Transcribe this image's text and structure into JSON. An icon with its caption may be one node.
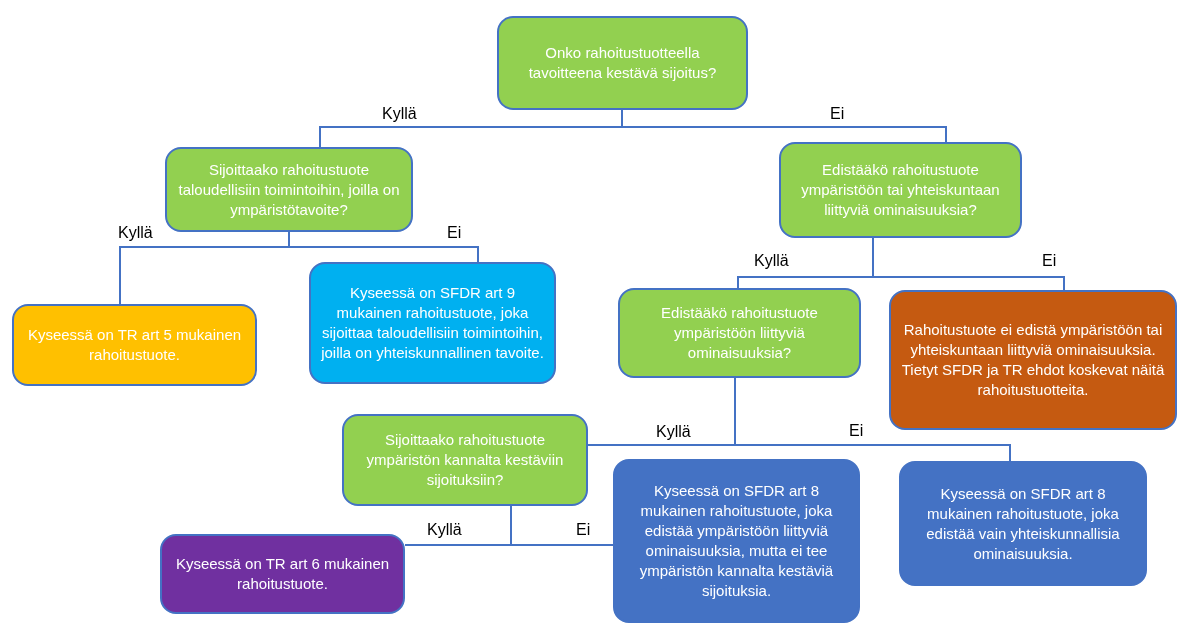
{
  "diagram": {
    "nodes": [
      {
        "text": [
          "Onko rahoitustuotteella tavoitteena kestävä sijoitus?"
        ]
      },
      {
        "text": [
          "Sijoittaako rahoitustuote taloudellisiin toimintoihin, joilla on ympäristötavoite?"
        ]
      },
      {
        "text": [
          "Edistääkö rahoitustuote ympäristöön tai yhteiskuntaan liittyviä ominaisuuksia?"
        ]
      },
      {
        "text": [
          "Kyseessä on TR art 5 mukainen rahoitustuote."
        ]
      },
      {
        "text": [
          "Kyseessä on SFDR art 9 mukainen rahoitustuote, joka sijoittaa taloudellisiin toimintoihin, joilla on yhteiskunnallinen tavoite."
        ]
      },
      {
        "text": [
          "Edistääkö rahoitustuote ympäristöön liittyviä ominaisuuksia?"
        ]
      },
      {
        "text": [
          "Rahoitustuote ei edistä ympäristöön tai yhteiskuntaan liittyviä ominaisuuksia. Tietyt SFDR ja TR ehdot koskevat näitä rahoitustuotteita."
        ]
      },
      {
        "text": [
          "Sijoittaako rahoitustuote ympäristön kannalta kestäviin sijoituksiin?"
        ]
      },
      {
        "text": [
          "Kyseessä on SFDR art 8 mukainen rahoitustuote, joka edistää ympäristöön liittyviä ominaisuuksia, mutta ei tee ympäristön kannalta kestäviä sijoituksia."
        ]
      },
      {
        "text": [
          "Kyseessä on SFDR art 8 mukainen rahoitustuote, joka edistää vain yhteiskunnallisia ominaisuuksia."
        ]
      },
      {
        "text": [
          "Kyseessä on TR art 6 mukainen rahoitustuote."
        ]
      }
    ],
    "edges": [
      {
        "from": 0,
        "to": 1,
        "arrow": "none",
        "label": "Kyllä"
      },
      {
        "from": 0,
        "to": 2,
        "arrow": "none",
        "label": "Ei"
      },
      {
        "from": 1,
        "to": 3,
        "arrow": "none",
        "label": "Kyllä"
      },
      {
        "from": 1,
        "to": 4,
        "arrow": "none",
        "label": "Ei"
      },
      {
        "from": 2,
        "to": 5,
        "arrow": "none",
        "label": "Kyllä"
      },
      {
        "from": 2,
        "to": 6,
        "arrow": "none",
        "label": "Ei"
      },
      {
        "from": 5,
        "to": 7,
        "arrow": "none",
        "label": "Kyllä"
      },
      {
        "from": 5,
        "to": 9,
        "arrow": "none",
        "label": "Ei"
      },
      {
        "from": 7,
        "to": 10,
        "arrow": "none",
        "label": "Kyllä"
      },
      {
        "from": 7,
        "to": 8,
        "arrow": "none",
        "label": "Ei"
      }
    ]
  }
}
